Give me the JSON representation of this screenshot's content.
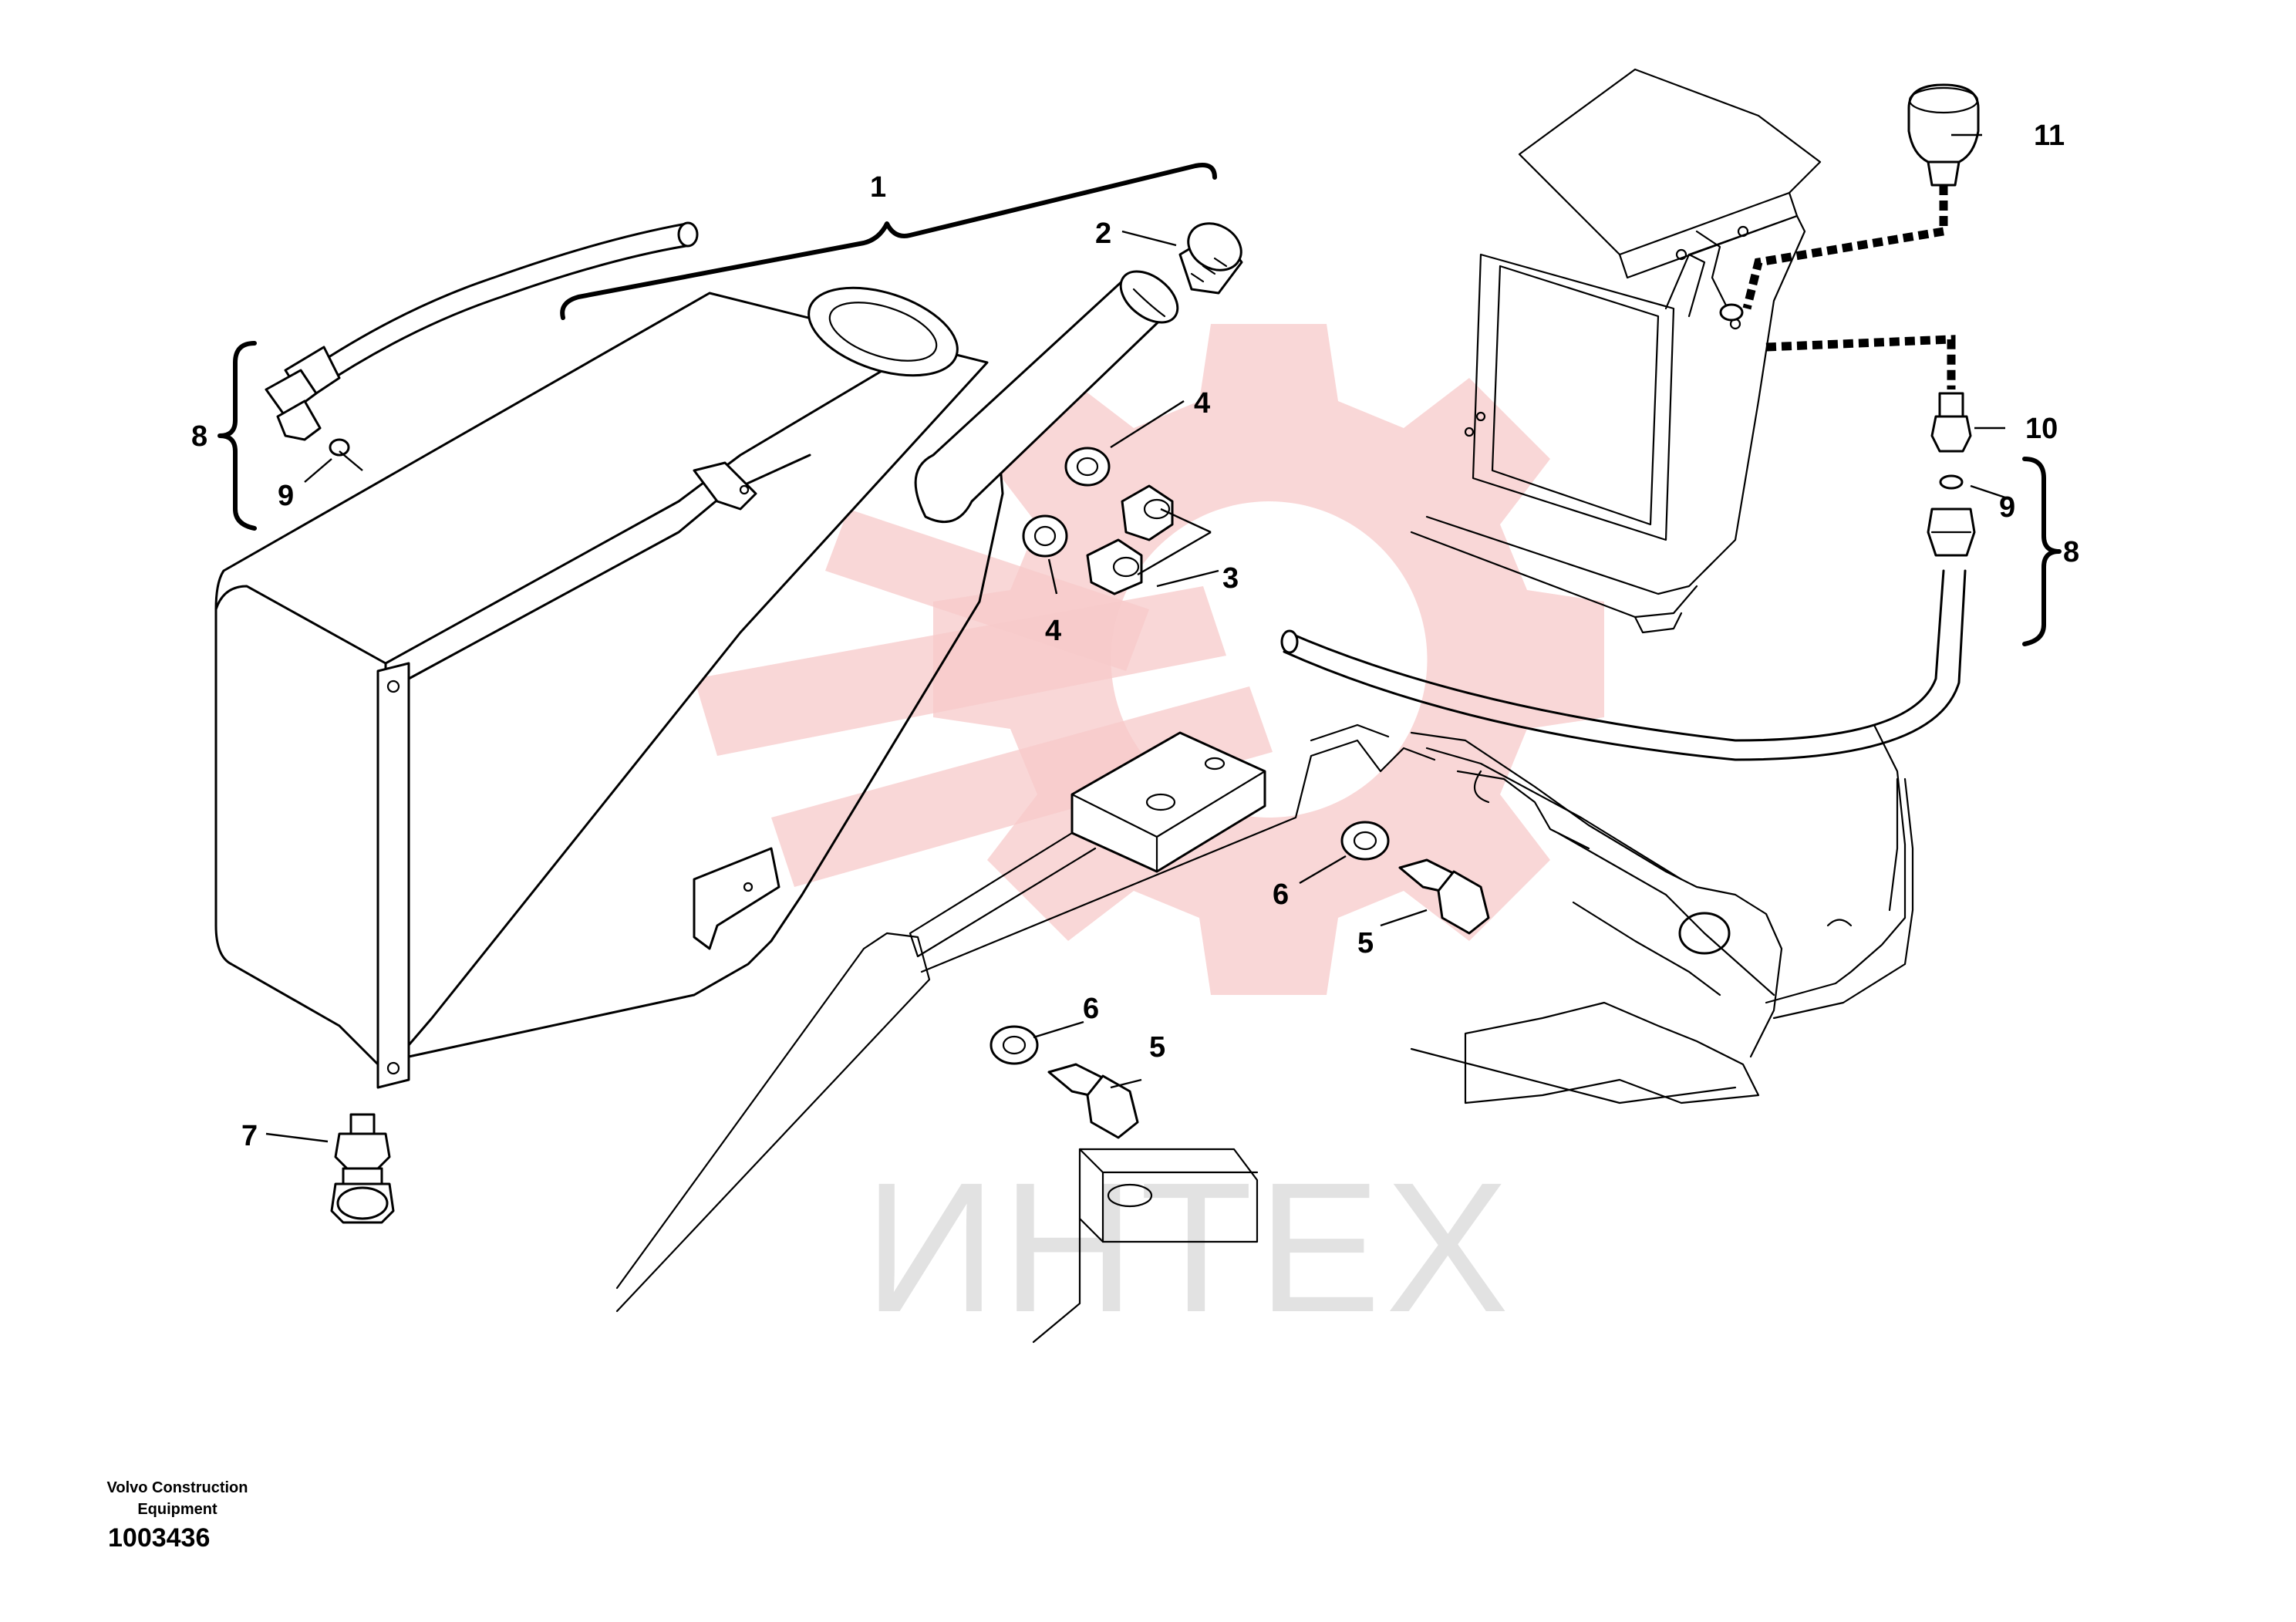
{
  "diagram": {
    "callouts": {
      "c1": "1",
      "c2": "2",
      "c3": "3",
      "c4a": "4",
      "c4b": "4",
      "c5a": "5",
      "c5b": "5",
      "c6a": "6",
      "c6b": "6",
      "c7": "7",
      "c8a": "8",
      "c8b": "8",
      "c9a": "9",
      "c9b": "9",
      "c10": "10",
      "c11": "11"
    },
    "watermark": "ИНТЕХ",
    "colors": {
      "lines": "#000000",
      "watermark_logo": "#f7c9c9",
      "watermark_text": "#dcdcdc",
      "background": "#ffffff"
    }
  },
  "footer": {
    "brand": "Volvo Construction Equipment",
    "document_number": "1003436"
  }
}
